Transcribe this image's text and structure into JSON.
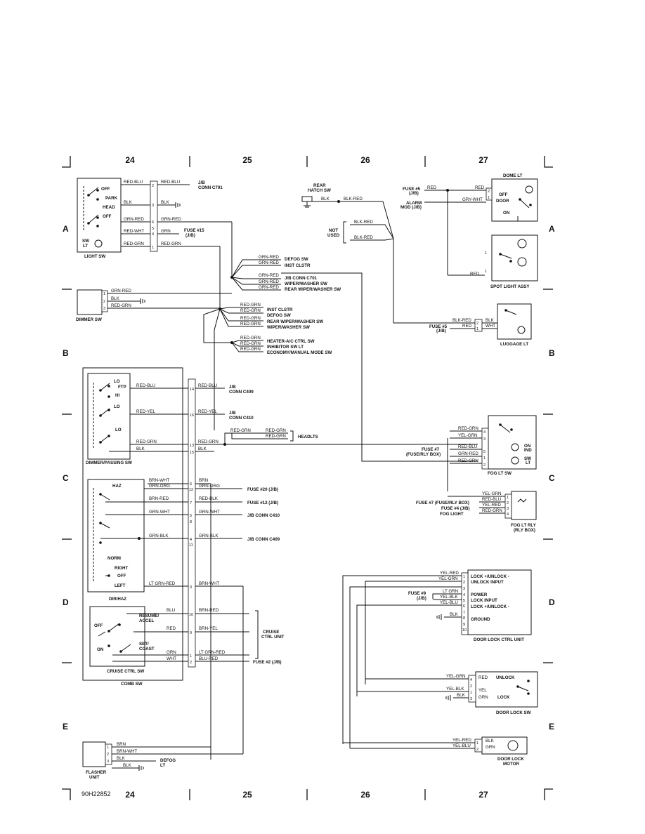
{
  "grid": {
    "top_columns": [
      "24",
      "25",
      "26",
      "27"
    ],
    "bottom_columns": [
      "24",
      "25",
      "26",
      "27"
    ],
    "rows": [
      "A",
      "B",
      "C",
      "D",
      "E"
    ]
  },
  "doc_code": "90H22852",
  "light_sw": {
    "title": "LIGHT SW",
    "positions": [
      "OFF",
      "PARK",
      "HEAD",
      "OFF"
    ],
    "sw_lt": "SW\nLT",
    "wires": [
      {
        "left": "RED-BLU",
        "pin": "2",
        "right": "RED-BLU",
        "dest": "J/B\nCONN C701"
      },
      {
        "left": "BLK",
        "pin": "3",
        "right": "BLK",
        "dest": ""
      },
      {
        "left": "GRN-RED",
        "pin": "6",
        "right": "GRN-RED",
        "dest": ""
      },
      {
        "left": "",
        "pin": "5",
        "right": "",
        "dest": ""
      },
      {
        "left": "RED-WHT",
        "pin": "4",
        "right": "GRN",
        "dest": "FUSE #15\n(J/B)"
      },
      {
        "left": "RED-GRN",
        "pin": "1",
        "right": "RED-GRN",
        "dest": ""
      }
    ]
  },
  "dimmer_sw": {
    "title": "DIMMER SW",
    "pins": [
      "1",
      "2",
      "3"
    ],
    "wires": [
      "GRN-RED",
      "BLK",
      "RED-GRN"
    ]
  },
  "grn_red_bus": {
    "wires": [
      "GRN-RED",
      "GRN-RED",
      "GRN-RED",
      "GRN-RED",
      "GRN-RED"
    ],
    "dests": [
      "DEFOG SW",
      "INST CLSTR",
      "J/B CONN C701",
      "WIPER/WASHER SW",
      "REAR WIPER/WASHER SW"
    ]
  },
  "red_grn_bus": {
    "wires": [
      "RED-GRN",
      "RED-GRN",
      "RED-GRN",
      "RED-GRN"
    ],
    "dests": [
      "INST CLSTR",
      "DEFOG SW",
      "REAR WIPER/WASHER SW",
      "WIPER/WASHER SW"
    ]
  },
  "red_grn_bus2": {
    "wires": [
      "RED-GRN",
      "RED-GRN",
      "RED-GRN"
    ],
    "dests": [
      "HEATER-A/C CTRL SW",
      "INHIBITOR SW LT",
      "ECONOMY/MANUAL MODE SW"
    ]
  },
  "rear_hatch": {
    "title": "REAR\nHATCH SW",
    "wire1": "BLK",
    "wire2": "BLK-RED",
    "not_used": "NOT\nUSED",
    "not_used_wires": [
      "BLK-RED",
      "BLK-RED"
    ]
  },
  "dome_lt": {
    "title": "DOME LT",
    "fuse": "FUSE #5\n(J/B)",
    "alarm": "ALARM\nMOD (J/B)",
    "wires": [
      "RED",
      "RED",
      "GRY-WHT"
    ],
    "pins": [
      "2",
      "1"
    ],
    "positions": [
      "OFF",
      "DOOR",
      "ON"
    ]
  },
  "spot_lt": {
    "title": "SPOT LIGHT ASSY",
    "wire": "RED"
  },
  "luggage_lt": {
    "title": "LUGGAGE LT",
    "fuse": "FUSE #5\n(J/B)",
    "wires": [
      "BLK-RED",
      "RED"
    ],
    "pins": [
      "2",
      "1"
    ],
    "right_wires": [
      "BLK",
      "WHT"
    ]
  },
  "dimmer_passing": {
    "title": "DIMMER/PASSING SW",
    "positions": [
      "LO",
      "FTP",
      "HI",
      "LO",
      "LO"
    ],
    "wires": [
      {
        "left": "RED-BLU",
        "pin": "14",
        "right": "RED-BLU",
        "dest": "J/B\nCONN C409"
      },
      {
        "left": "RED-YEL",
        "pin": "16",
        "right": "RED-YEL",
        "dest": "J/B\nCONN C410"
      },
      {
        "left": "RED-GRN",
        "pin": "13",
        "right": "RED-GRN",
        "dest": ""
      },
      {
        "left": "BLK",
        "pin": "15",
        "right": "BLK",
        "dest": ""
      }
    ],
    "headlts_wires": [
      "RED-GRN",
      "RED-GRN",
      "RED-GRN"
    ],
    "headlts": "HEADLTS"
  },
  "fog_lt_sw": {
    "title": "FOG LT SW",
    "fuse": "FUSE #7\n(FUSE/RLY BOX)",
    "wires": [
      "RED-GRN",
      "YEL-GRN",
      "RED-BLU",
      "GRN-RED",
      "RED-GRN"
    ],
    "pins": [
      "4",
      "3",
      "5",
      "1",
      "2"
    ],
    "labels": [
      "ON\nIND",
      "SW\nLT"
    ]
  },
  "fog_lt_rly": {
    "title": "FOG LT RLY\n(RLY BOX)",
    "wires": [
      "YEL-GRN",
      "RED-BLU",
      "YEL-RED",
      "RED-GRN"
    ],
    "pins": [
      "1",
      "2",
      "3",
      "4"
    ],
    "dests": [
      "FUSE #7 (FUSE/RLY BOX)",
      "FUSE #4 (J/B)",
      "FOG LIGHT"
    ]
  },
  "dir_haz": {
    "title": "DIR/HAZ",
    "positions": [
      "HAZ",
      "NORM",
      "RIGHT",
      "OFF",
      "LEFT"
    ],
    "wires": [
      {
        "left": "BRN-WHT",
        "pin": "6",
        "right": "BRN",
        "dest": ""
      },
      {
        "left": "GRN-ORG",
        "pin": "12",
        "right": "GRN-ORG",
        "dest": "FUSE #20 (J/B)"
      },
      {
        "left": "BRN-RED",
        "pin": "7",
        "right": "RED-BLK",
        "dest": "FUSE #12 (J/B)"
      },
      {
        "left": "GRN-WHT",
        "pin": "5",
        "right": "GRN-WHT",
        "dest": "J/B CONN C410"
      },
      {
        "left": "",
        "pin": "8",
        "right": "",
        "dest": ""
      },
      {
        "left": "GRN-BLK",
        "pin": "4",
        "right": "GRN-BLK",
        "dest": "J/B CONN C409"
      },
      {
        "left": "",
        "pin": "11",
        "right": "",
        "dest": ""
      },
      {
        "left": "LT GRN-RED",
        "pin": "3",
        "right": "BRN-WHT",
        "dest": ""
      }
    ]
  },
  "cruise_ctrl": {
    "title": "CRUISE CTRL SW",
    "positions": [
      "OFF",
      "ON",
      "RESUME/\nACCEL",
      "SET/\nCOAST"
    ],
    "wires": [
      {
        "left": "BLU",
        "pin": "10",
        "right": "BRN-RED"
      },
      {
        "left": "RED",
        "pin": "9",
        "right": "BRN-YEL"
      },
      {
        "left": "GRN",
        "pin": "1",
        "right": "LT GRN-RED"
      },
      {
        "left": "WHT",
        "pin": "2",
        "right": "BLU-RED"
      }
    ],
    "cruise_unit": "CRUISE\nCTRL UNIT",
    "fuse": "FUSE #2 (J/B)"
  },
  "comb_sw": {
    "title": "COMB SW"
  },
  "door_lock_unit": {
    "title": "DOOR LOCK CTRL UNIT",
    "fuse": "FUSE #9\n(J/B)",
    "wires": [
      "YEL-RED",
      "YEL-GRN",
      "",
      "LT GRN",
      "YEL-BLK",
      "YEL-BLU",
      "",
      "BLK",
      "",
      ""
    ],
    "pins": [
      "1",
      "2",
      "3",
      "4",
      "5",
      "6",
      "7",
      "8",
      "9",
      "10"
    ],
    "functions": [
      "LOCK +/UNLOCK -",
      "UNLOCK INPUT",
      "",
      "POWER",
      "LOCK INPUT",
      "LOCK +/UNLOCK -",
      "",
      "GROUND",
      "",
      ""
    ]
  },
  "door_lock_sw": {
    "title": "DOOR LOCK SW",
    "wires": [
      "YEL-GRN",
      "",
      "YEL-BLK",
      "BLK"
    ],
    "pins": [
      "4",
      "2",
      "1",
      "3"
    ],
    "right_wires": [
      "RED",
      "YEL",
      "GRN"
    ],
    "positions": [
      "UNLOCK",
      "LOCK"
    ]
  },
  "door_lock_motor": {
    "title": "DOOR LOCK\nMOTOR",
    "wires": [
      "YEL-RED",
      "YEL-BLU"
    ],
    "pins": [
      "1",
      "2"
    ],
    "right_wires": [
      "BLK",
      "GRN"
    ]
  },
  "flasher_unit": {
    "title": "FLASHER\nUNIT",
    "wires": [
      "BRN",
      "BRN-WHT",
      "BLK",
      "BLK"
    ],
    "pins": [
      "1",
      "2",
      "3"
    ],
    "defog": "DEFOG\nLT"
  }
}
